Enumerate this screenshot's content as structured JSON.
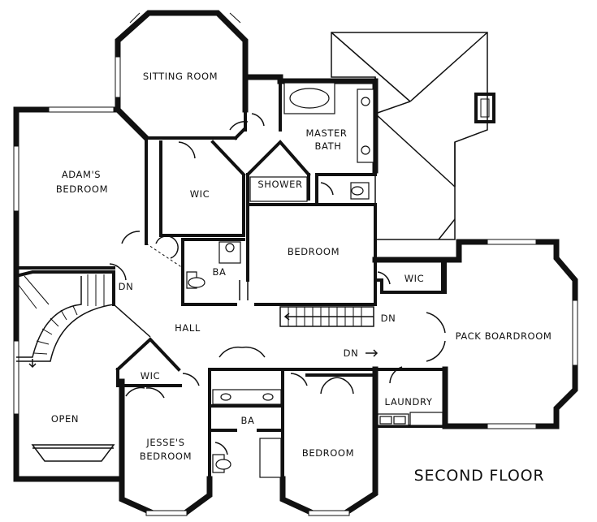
{
  "plan": {
    "title": "SECOND FLOOR",
    "rooms": {
      "sitting_room": "SITTING ROOM",
      "master_bath_line1": "MASTER",
      "master_bath_line2": "BATH",
      "adams_bedroom_line1": "ADAM'S",
      "adams_bedroom_line2": "BEDROOM",
      "wic_master": "WIC",
      "shower": "SHOWER",
      "bedroom_center": "BEDROOM",
      "ba_hall": "BA",
      "wic_small": "WIC",
      "hall": "HALL",
      "pack_boardroom": "PACK BOARDROOM",
      "wic_jesse": "WIC",
      "jesses_bedroom_line1": "JESSE'S",
      "jesses_bedroom_line2": "BEDROOM",
      "ba_shared": "BA",
      "bedroom_south": "BEDROOM",
      "laundry": "LAUNDRY",
      "open": "OPEN"
    },
    "stairs": {
      "dn_left": "DN",
      "dn_right": "DN",
      "dn_hall": "DN"
    }
  }
}
